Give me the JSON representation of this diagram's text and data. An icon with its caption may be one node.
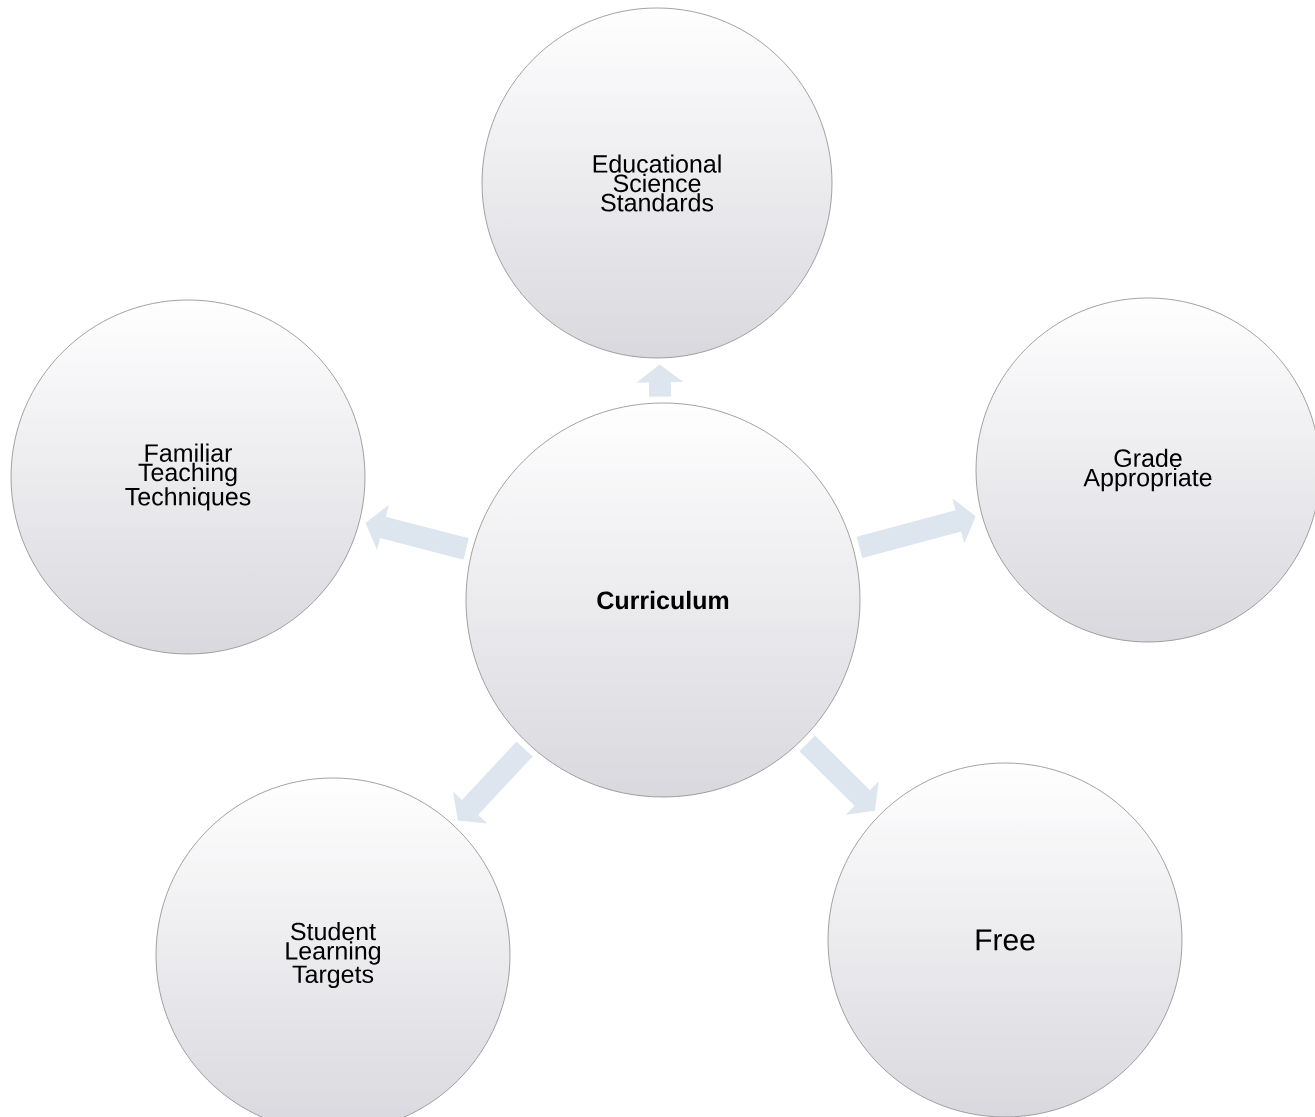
{
  "diagram": {
    "nodes": [
      {
        "text": [
          "Curriculum"
        ]
      },
      {
        "text": [
          "Educational Science Standards"
        ]
      },
      {
        "text": [
          "Grade Appropriate"
        ]
      },
      {
        "text": [
          "Familiar Teaching Techniques"
        ]
      },
      {
        "text": [
          "Student Learning Targets"
        ]
      },
      {
        "text": [
          "Free"
        ]
      }
    ],
    "edges": [
      {
        "from": 0,
        "to": 1,
        "arrow": "to"
      },
      {
        "from": 0,
        "to": 2,
        "arrow": "to"
      },
      {
        "from": 0,
        "to": 3,
        "arrow": "to"
      },
      {
        "from": 0,
        "to": 4,
        "arrow": "to"
      },
      {
        "from": 0,
        "to": 5,
        "arrow": "to"
      }
    ]
  }
}
